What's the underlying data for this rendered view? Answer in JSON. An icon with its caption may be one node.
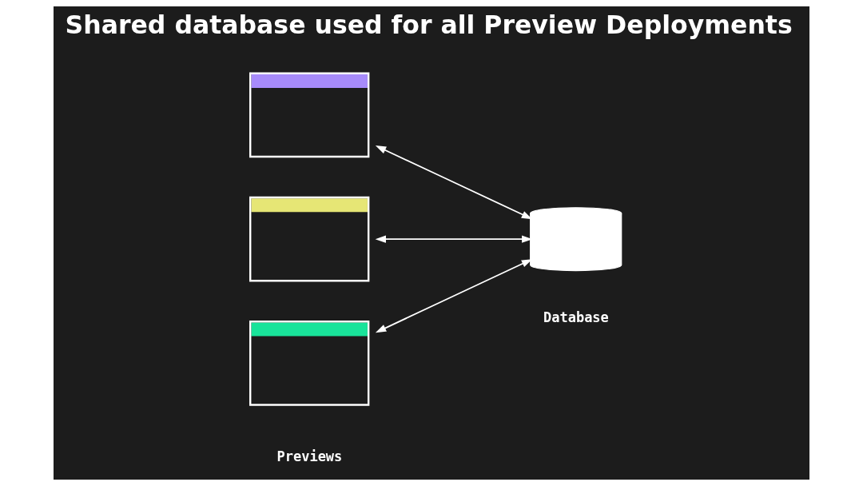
{
  "diagram": {
    "title": "Shared database used for all Preview Deployments",
    "nodes": [
      {
        "text": [],
        "shape": "box"
      },
      {
        "text": [],
        "shape": "box"
      },
      {
        "text": [],
        "shape": "box"
      },
      {
        "text": [],
        "shape": "cylinder",
        "beside": [
          "Database"
        ]
      }
    ],
    "edges": [
      {
        "from": 0,
        "to": 3,
        "arrow": "both"
      },
      {
        "from": 1,
        "to": 3,
        "arrow": "both"
      },
      {
        "from": 2,
        "to": 3,
        "arrow": "both"
      }
    ],
    "labels": [
      "Previews"
    ]
  }
}
